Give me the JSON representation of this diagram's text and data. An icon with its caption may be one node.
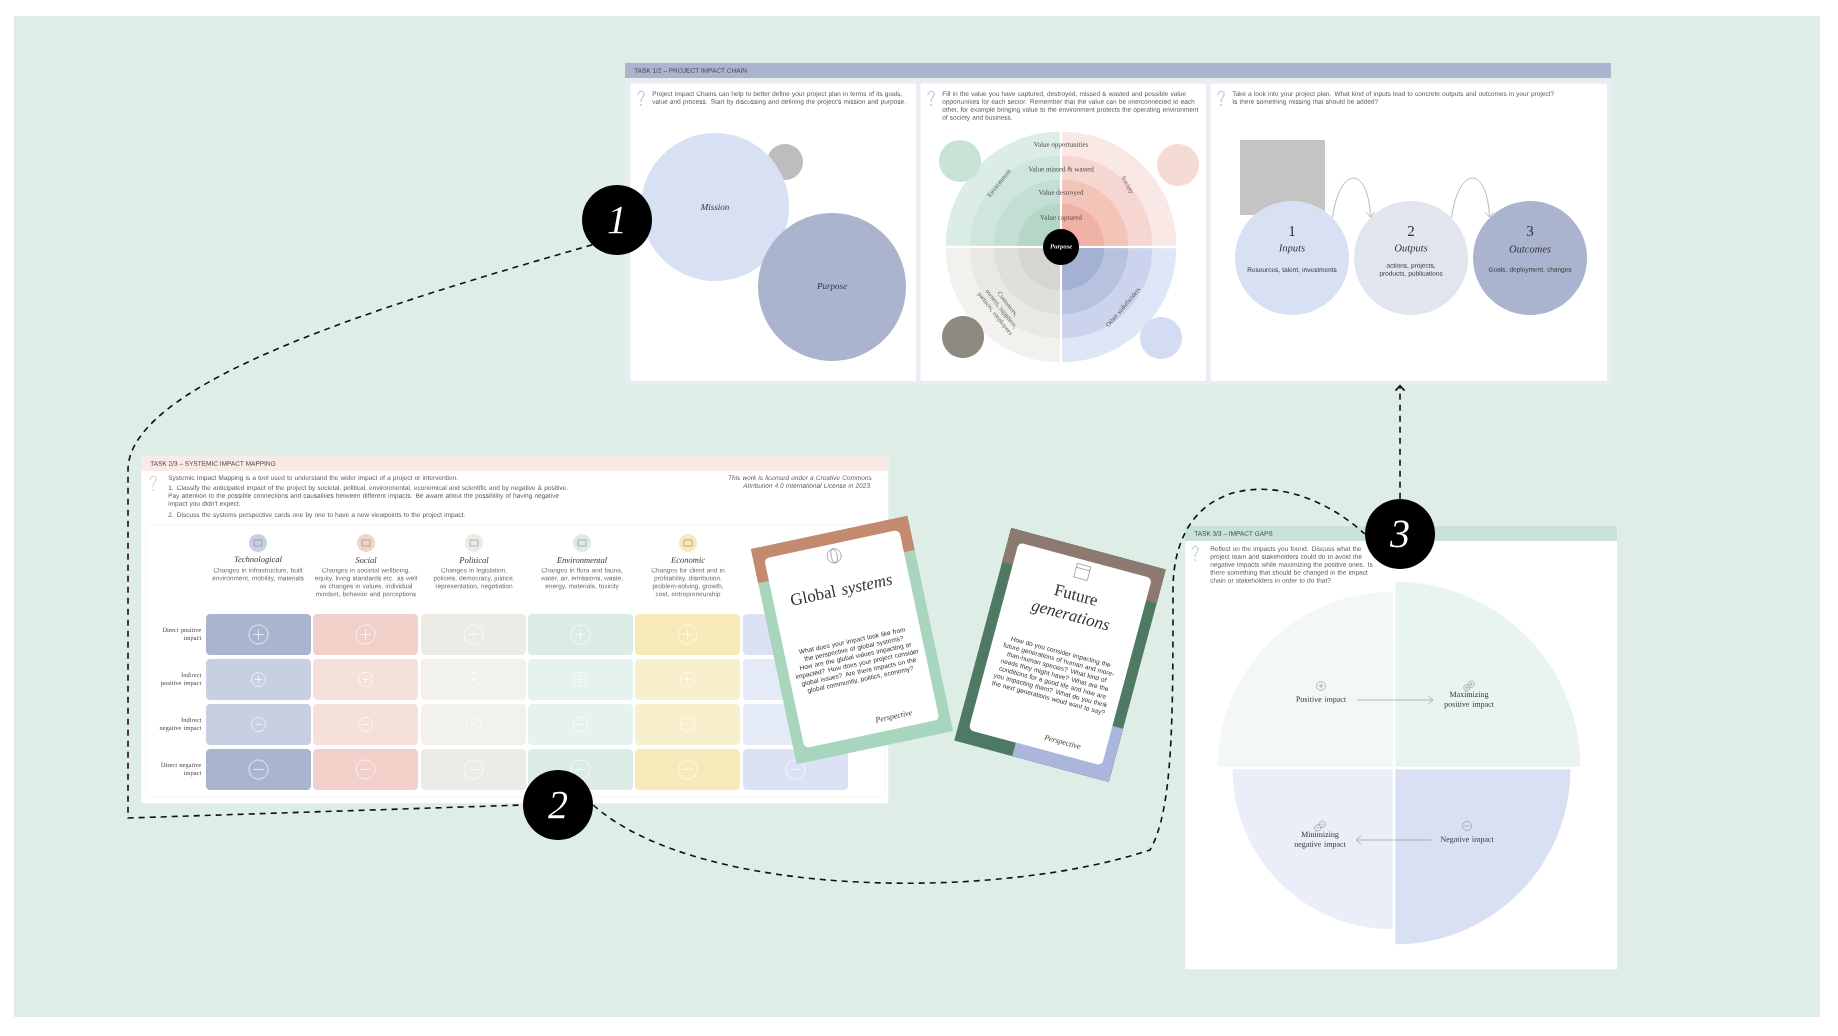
{
  "diagram": {
    "nodes": [
      {
        "text": [
          "TASK 1/2 – PROJECT IMPACT CHAIN"
        ]
      },
      {
        "text": [
          "Project Impact Chains can help to better define your project plan in terms of its goals, value and process. Start by discussing and defining the project's mission and purpose."
        ],
        "in": 0
      },
      {
        "text": [
          "Mission"
        ],
        "in": 1
      },
      {
        "text": [
          "Purpose"
        ],
        "in": 1
      },
      {
        "text": [
          "Fill in the value you have captured, destroyed, missed & wasted and possible value opportunities for each sector. Remember that the value can be interconnected to each other, for example bringing value to the environment protects the operating environment of society and business."
        ],
        "in": 0
      },
      {
        "text": [
          "Purpose"
        ],
        "in": 4
      },
      {
        "text": [
          "Take a look into your project plan. What kind of inputs lead to concrete outputs and outcomes in your project? Is there something missing that should be added?"
        ],
        "in": 0
      },
      {
        "text": [
          "1",
          "Inputs",
          "Resources, talent, investments"
        ],
        "in": 6
      },
      {
        "text": [
          "2",
          "Outputs",
          "actions, projects, products, publications"
        ],
        "in": 6
      },
      {
        "text": [
          "3",
          "Outcomes",
          "Goals, deployment, changes"
        ],
        "in": 6
      },
      {
        "text": [
          "TASK 2/3 – SYSTEMIC IMPACT MAPPING",
          "Systemic Impact Mapping is a tool used to understand the wider impact of a project or intervention.",
          "1. Classify the anticipated impact of the project by societal, political, environmental, economical and scientific and by negative & positive. Pay attention to the possible connections and causalities between different impacts. Be aware about the possibility of having negative impact you didn't expect.",
          "2. Discuss the systems perspective cards one by one to have a new viewpoints to the project impact.",
          "This work is licensed under a Creative Commons Attribution 4.0 International License in 2023."
        ]
      },
      {
        "text": [
          "Global *systems*",
          "What does your impact look like from the perspective of global systems? How are the global values impacting or impacted? How does your project consider global issues? Are there impacts on the global community, politics, economy?",
          "Perspective"
        ]
      },
      {
        "text": [
          "Future *generations*",
          "How do you consider impacting the future generations of human and more-than-human species? What kind of needs they might have? What are the conditions for a good life and how are you impacting them? What do you think the next generations woud want to say?",
          "Perspective"
        ]
      },
      {
        "text": [
          "TASK 3/3 – IMPACT GAPS",
          "Reflect on the impacts you found. Discuss what the project team and stakeholders could do to avoid the negative impacts while maximizing the positive ones. Is there something that should be changed in the impact chain or stakeholders in order to do that?"
        ]
      },
      {
        "text": [
          "Positive impact"
        ],
        "in": 13
      },
      {
        "text": [
          "Maximizing positive impact"
        ],
        "in": 13
      },
      {
        "text": [
          "Minimizing negative impact"
        ],
        "in": 13
      },
      {
        "text": [
          "Negative impact"
        ],
        "in": 13
      },
      {
        "text": [
          "1"
        ]
      },
      {
        "text": [
          "2"
        ]
      },
      {
        "text": [
          "3"
        ]
      }
    ],
    "edges": [
      {
        "from": 7,
        "to": 8,
        "arrow": "to"
      },
      {
        "from": 8,
        "to": 9,
        "arrow": "to"
      },
      {
        "from": 14,
        "to": 15,
        "arrow": "to"
      },
      {
        "from": 17,
        "to": 16,
        "arrow": "to"
      },
      {
        "from": 18,
        "to": 19,
        "arrow": "none",
        "style": "dashed",
        "color": "#111111"
      },
      {
        "from": 19,
        "to": 20,
        "arrow": "none",
        "style": "dashed",
        "color": "#111111"
      },
      {
        "from": 20,
        "to": 0,
        "arrow": "to",
        "style": "dashed",
        "color": "#111111"
      }
    ],
    "labels": [
      "Value opportunities",
      "Value missed & wasted",
      "Value destroyed",
      "Value captured",
      "Environment",
      "Society",
      "Customers, owners, suppliers, partners, employees",
      "Other stakeholders",
      "Technological",
      "Changes in infrastructure, built environment, mobility, materials",
      "Social",
      "Changes in societal wellbeing, equity, living standards etc. as well as changes in values, individual mindset, behavior and perceptions",
      "Political",
      "Changes in legislation, policies, democracy, justice, representation, negotiation",
      "Environmental",
      "Changes in flora and fauna, water, air, emissions, waste, energy, materials, toxicity",
      "Economic",
      "Changes for client and in profitability, distribution, problem-solving, growth, cost, entrepreneurship",
      "Direct positive impact",
      "Indirect positive impact",
      "Indirect negative impact",
      "Direct negative impact"
    ]
  }
}
